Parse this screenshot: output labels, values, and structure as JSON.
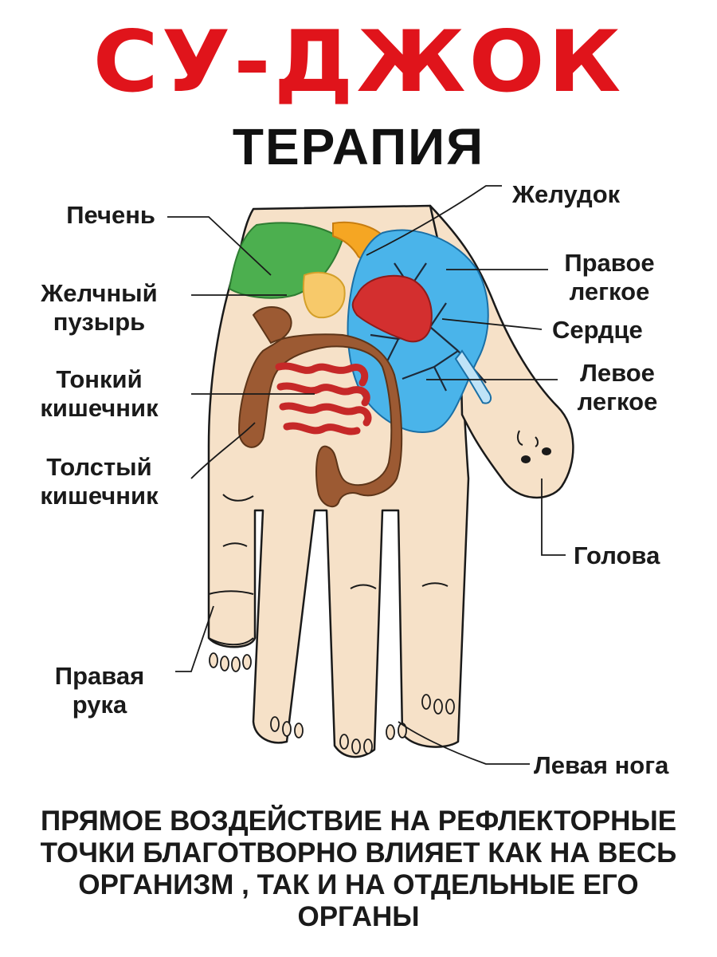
{
  "title": "СУ-ДЖОК",
  "subtitle": "ТЕРАПИЯ",
  "labels": {
    "liver": "Печень",
    "gallbladder_line1": "Желчный",
    "gallbladder_line2": "пузырь",
    "small_intestine_line1": "Тонкий",
    "small_intestine_line2": "кишечник",
    "large_intestine_line1": "Толстый",
    "large_intestine_line2": "кишечник",
    "right_arm_line1": "Правая",
    "right_arm_line2": "рука",
    "stomach": "Желудок",
    "right_lung_line1": "Правое",
    "right_lung_line2": "легкое",
    "heart": "Сердце",
    "left_lung_line1": "Левое",
    "left_lung_line2": "легкое",
    "head": "Голова",
    "left_leg": "Левая нога"
  },
  "footer": {
    "line1": "ПРЯМОЕ ВОЗДЕЙСТВИЕ НА РЕФЛЕКТОРНЫЕ",
    "line2": "ТОЧКИ БЛАГОТВОРНО ВЛИЯЕТ КАК НА ВЕСЬ",
    "line3": "ОРГАНИЗМ , ТАК И НА ОТДЕЛЬНЫЕ ЕГО",
    "line4": "ОРГАНЫ"
  },
  "colors": {
    "title": "#e0141b",
    "skin": "#f6e1c8",
    "liver": "#4caf4f",
    "stomach": "#f5a623",
    "gallbladder": "#f7c96a",
    "lungs": "#4ab4ea",
    "heart": "#d32f2f",
    "small_intestine": "#d9534f",
    "large_intestine": "#9c5a33",
    "outline": "#1a1a1a"
  }
}
